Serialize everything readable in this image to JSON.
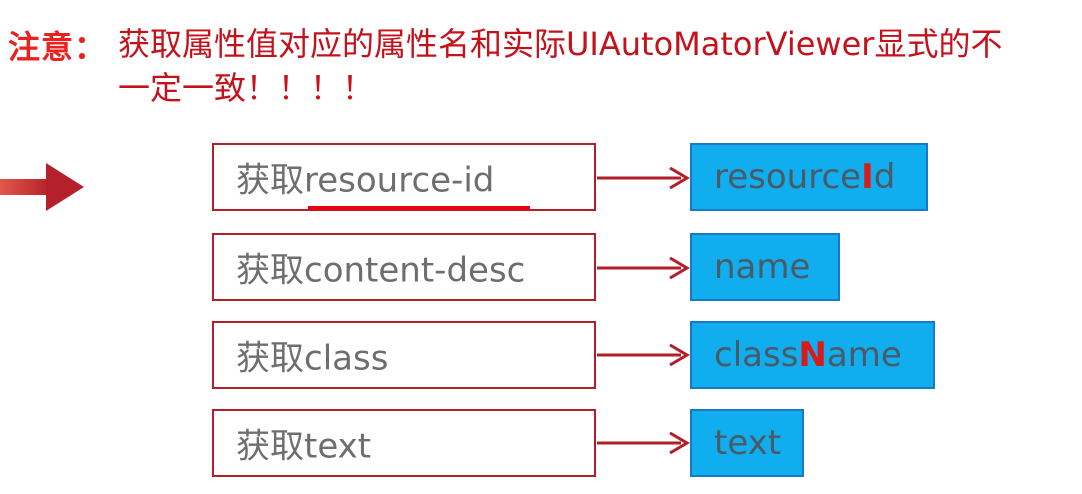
{
  "note": {
    "label": "注意：",
    "text": "获取属性值对应的属性名和实际UIAutoMatorViewer显式的不一定一致！！！！"
  },
  "mappings": [
    {
      "source": "获取resource-id",
      "target_before": "resource",
      "target_highlight": "I",
      "target_after": "d"
    },
    {
      "source": "获取content-desc",
      "target_before": "name",
      "target_highlight": "",
      "target_after": ""
    },
    {
      "source": "获取class",
      "target_before": "class",
      "target_highlight": "N",
      "target_after": "ame"
    },
    {
      "source": "获取text",
      "target_before": "text",
      "target_highlight": "",
      "target_after": ""
    }
  ],
  "colors": {
    "accent_red": "#c4111b",
    "box_border": "#b21f2a",
    "target_fill": "#11aeef",
    "target_border": "#1a79c6",
    "highlight": "#d81b1b"
  }
}
